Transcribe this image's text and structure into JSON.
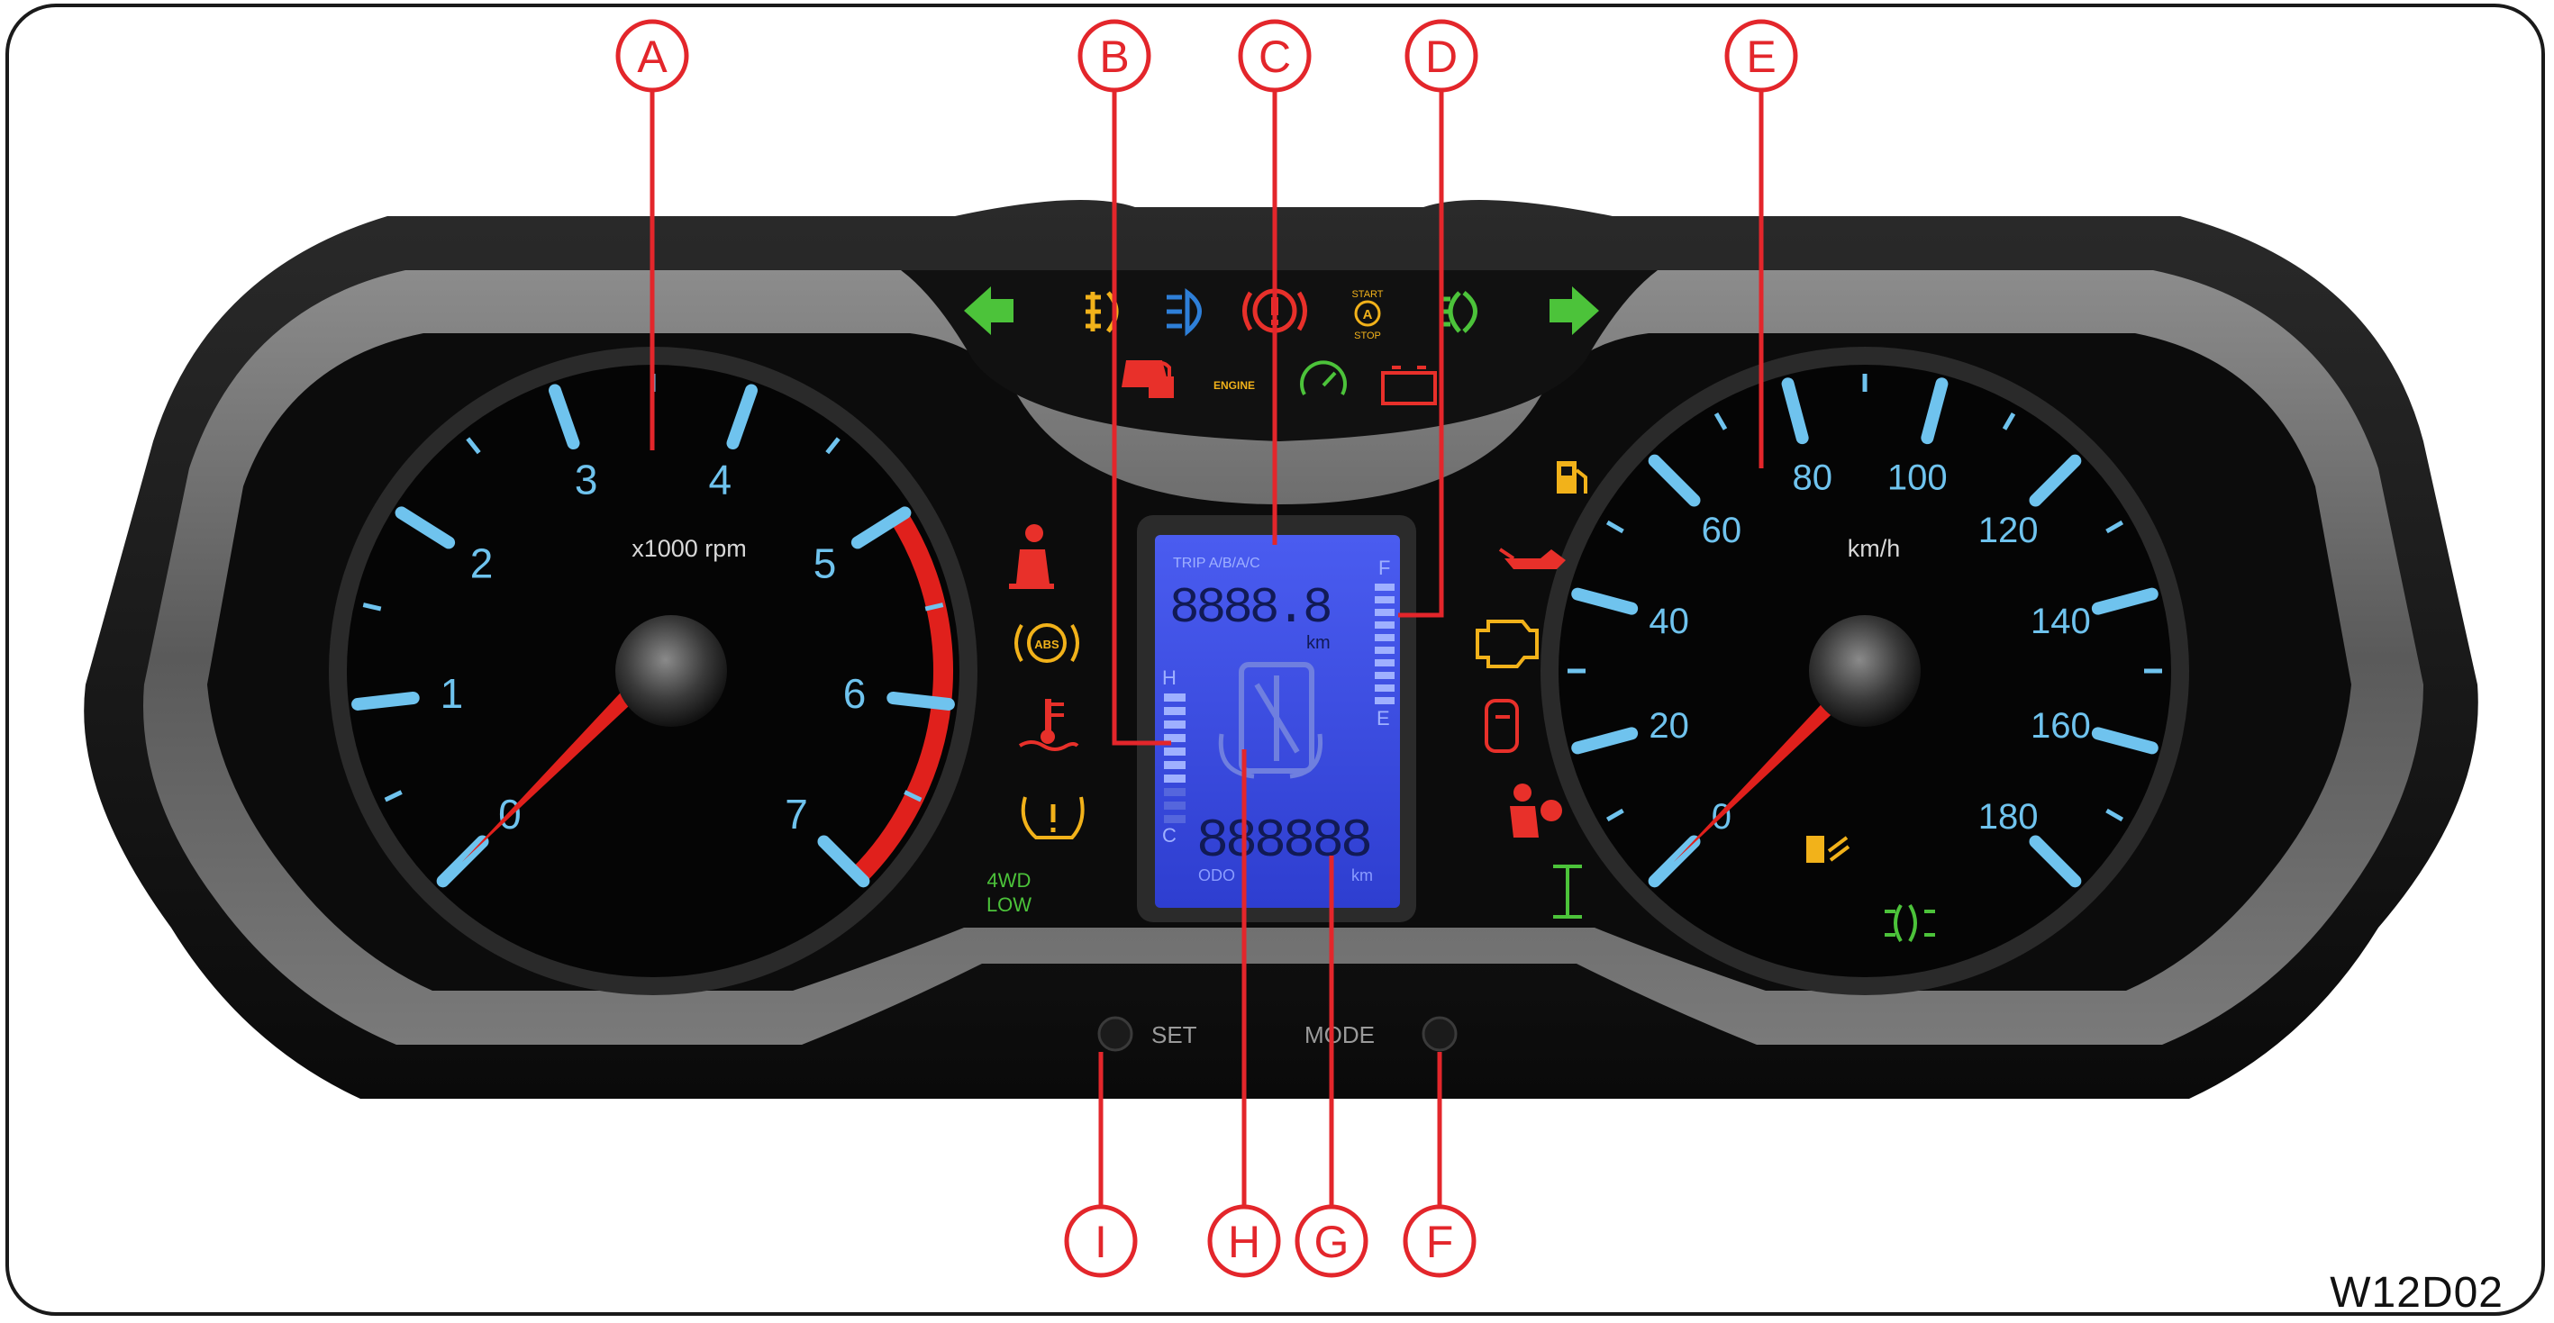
{
  "figure_code": "W12D02",
  "callouts": [
    "A",
    "B",
    "C",
    "D",
    "E",
    "F",
    "G",
    "H",
    "I"
  ],
  "tachometer": {
    "numbers": [
      "0",
      "1",
      "2",
      "3",
      "4",
      "5",
      "6",
      "7"
    ],
    "unit": "x1000 rpm",
    "needle_value": 0
  },
  "speedometer": {
    "numbers": [
      "0",
      "20",
      "40",
      "60",
      "80",
      "100",
      "120",
      "140",
      "160",
      "180"
    ],
    "unit": "km/h",
    "needle_value": 0
  },
  "lcd": {
    "trip_label": "TRIP A/B/A/C",
    "trip_value": "8888.8",
    "trip_unit": "km",
    "odo_value": "888888",
    "odo_label": "ODO",
    "odo_unit": "km",
    "temp_high": "H",
    "temp_low": "C",
    "fuel_full": "F",
    "fuel_empty": "E"
  },
  "warning_text": {
    "start_stop_top": "START",
    "start_stop_mid": "A",
    "start_stop_bottom": "STOP",
    "engine": "ENGINE",
    "abs": "ABS",
    "fwd_line1": "4WD",
    "fwd_line2": "LOW"
  },
  "buttons": {
    "set": "SET",
    "mode": "MODE"
  },
  "colors": {
    "callout_red": "#e3262b",
    "needle_red": "#e0201c",
    "gauge_blue": "#6fc3ee",
    "lcd_bg": "#3f51e6",
    "warning_green": "#4cc33a",
    "warning_amber": "#f2b21a",
    "warning_red": "#e8302a"
  }
}
